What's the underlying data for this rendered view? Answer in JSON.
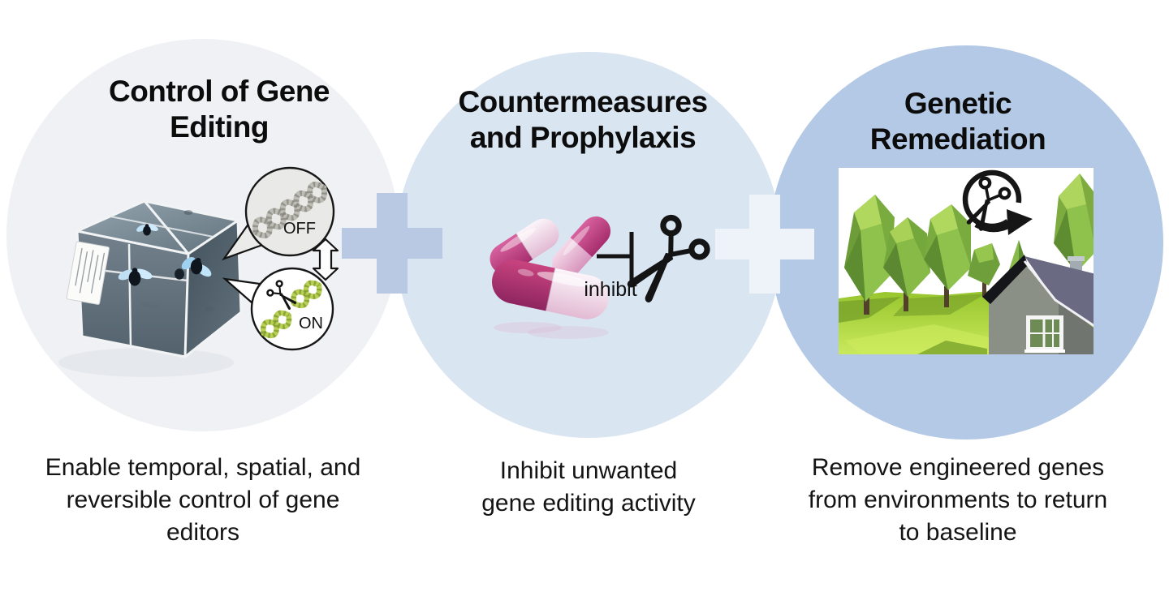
{
  "figure": {
    "kind": "three-circle strategy diagram",
    "panels": [
      {
        "id": "control-of-gene-editing",
        "title_lines": [
          "Control of Gene",
          "Editing"
        ],
        "description_lines": [
          "Enable temporal, spatial, and",
          "reversible control of gene",
          "editors"
        ],
        "callouts": {
          "off": "OFF",
          "on": "ON"
        }
      },
      {
        "id": "countermeasures-and-prophylaxis",
        "title_lines": [
          "Countermeasures",
          "and Prophylaxis"
        ],
        "description_lines": [
          "Inhibit unwanted",
          "gene editing activity"
        ],
        "inhibit_label": "inhibit"
      },
      {
        "id": "genetic-remediation",
        "title_lines": [
          "Genetic",
          "Remediation"
        ],
        "description_lines": [
          "Remove engineered genes",
          "from environments to return",
          "to baseline"
        ]
      }
    ],
    "icons": {
      "plus_separator": "+",
      "toggle_arrow": "outline double-headed arrow between OFF and ON",
      "dna_off": "gray double helix",
      "dna_on": "green double helix cut by scissors",
      "scissors": "black scissors",
      "inhibit_bar": "inhibition T-bar",
      "capsules": "pink and white pill capsules",
      "fly_cage": "transparent box with flies",
      "remediation_cycle": "scissors inside circular arrow",
      "landscape": "low-poly trees and house"
    },
    "colors": {
      "background": "#ffffff",
      "circle_control": "#f0f1f5",
      "circle_countermeasures": "#dae5f2",
      "circle_remediation": "#b4c9e5",
      "plus_left": "#b9c9e4",
      "plus_right": "#eef2f9",
      "text": "#0d0d0d",
      "pill_pink": "#c2407f",
      "dna_on_green": "#9cb83f",
      "dna_off_gray": "#a9a9a4",
      "tree_green": "#7fae41",
      "ground_green": "#a8d234",
      "house_gray": "#8b9086",
      "roof_purple": "#6a6a83"
    }
  }
}
